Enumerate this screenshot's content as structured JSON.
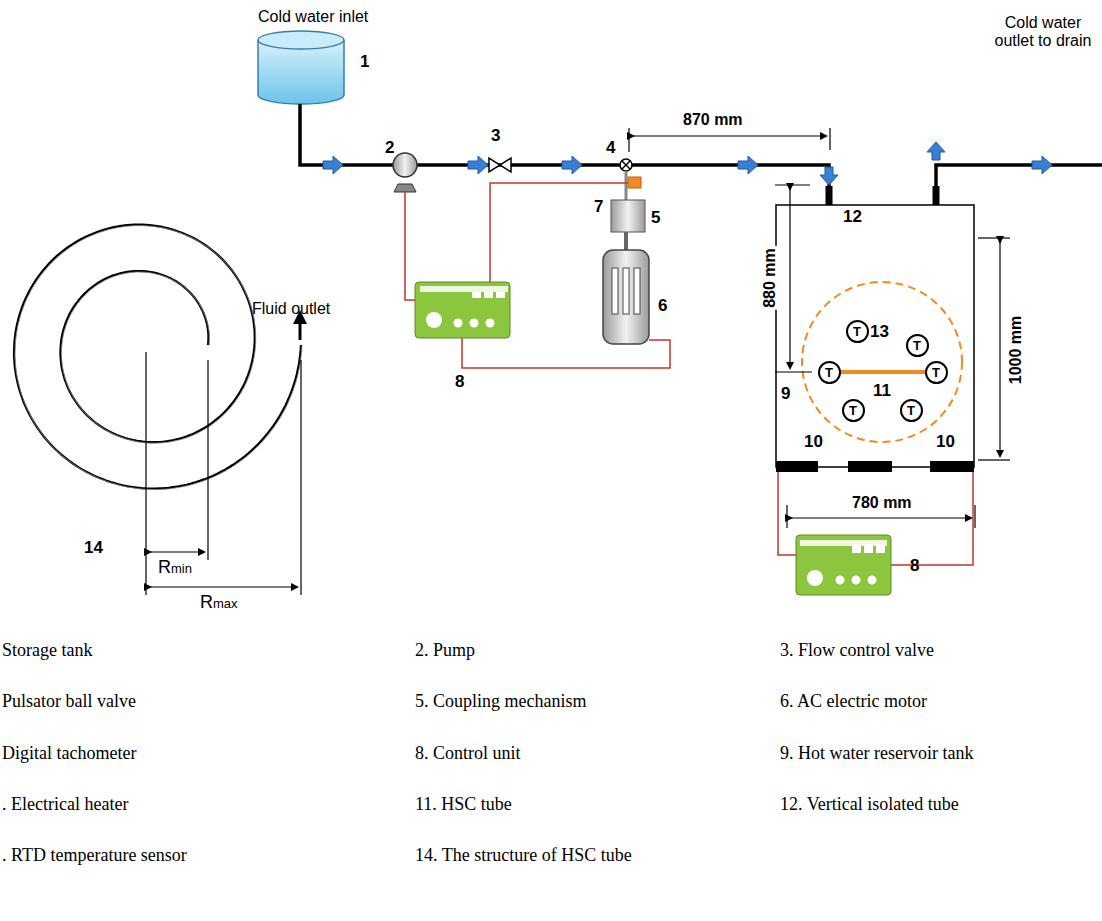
{
  "diagram": {
    "nodes": [
      {
        "text": [
          "T"
        ]
      },
      {
        "text": [
          "T"
        ]
      },
      {
        "text": [
          "T"
        ]
      },
      {
        "text": [
          "T"
        ]
      },
      {
        "text": [
          "T"
        ]
      },
      {
        "text": [
          "T"
        ]
      }
    ],
    "labels": [
      "Cold water inlet",
      "1",
      "2",
      "3",
      "4",
      "870 mm",
      "Cold water outlet to drain",
      "7",
      "5",
      "6",
      "8",
      "880 mm",
      "12",
      "1000 mm",
      "13",
      "11",
      "9",
      "10",
      "10",
      "780 mm",
      "8",
      "Fluid outlet",
      "14",
      "Rmin",
      "Rmax",
      "Storage tank",
      "2. Pump",
      "3. Flow control valve",
      "Pulsator ball valve",
      "5. Coupling mechanism",
      "6. AC electric motor",
      "Digital tachometer",
      "8. Control unit",
      "9. Hot water reservoir tank",
      ". Electrical heater",
      "11. HSC tube",
      "12. Vertical isolated tube",
      ". RTD temperature sensor",
      "14. The structure of HSC tube"
    ]
  }
}
